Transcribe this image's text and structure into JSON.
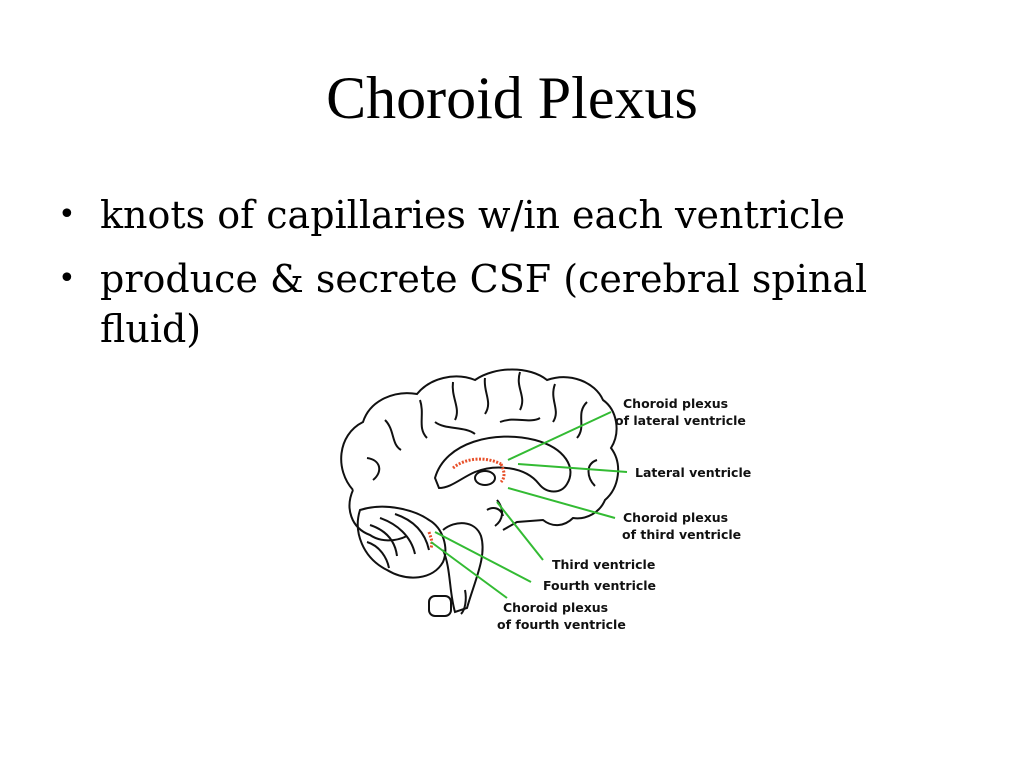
{
  "slide": {
    "title": "Choroid Plexus",
    "bullets": [
      "knots of capillaries w/in each ventricle",
      "produce & secrete CSF (cerebral spinal fluid)"
    ]
  },
  "figure": {
    "labels": {
      "choroid_lateral_1": "Choroid plexus",
      "choroid_lateral_2": "of lateral ventricle",
      "lateral_ventricle": "Lateral ventricle",
      "choroid_third_1": "Choroid plexus",
      "choroid_third_2": "of third ventricle",
      "third_ventricle": "Third ventricle",
      "fourth_ventricle": "Fourth ventricle",
      "choroid_fourth_1": "Choroid plexus",
      "choroid_fourth_2": "of fourth ventricle"
    },
    "colors": {
      "leader_lines": "#33bb33",
      "plexus": "#e8502a",
      "outline": "#111111"
    }
  }
}
